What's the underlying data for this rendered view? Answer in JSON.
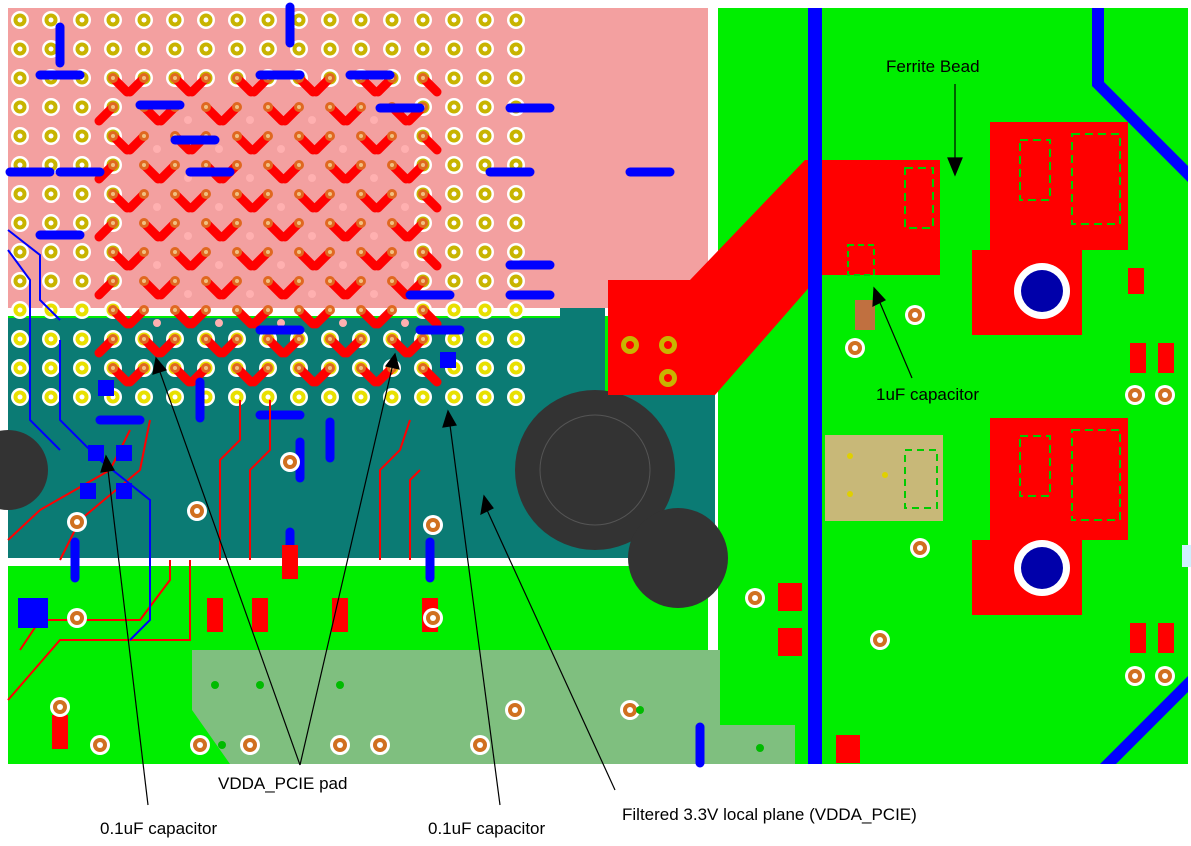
{
  "annotations": {
    "ferrite_bead": "Ferrite Bead",
    "capacitor_1uf": "1uF capacitor",
    "vdda_pcie_pad": "VDDA_PCIE pad",
    "capacitor_01uf_left": "0.1uF capacitor",
    "capacitor_01uf_right": "0.1uF capacitor",
    "filtered_plane": "Filtered 3.3V local plane (VDDA_PCIE)"
  },
  "colors": {
    "ground_plane": "#00ee00",
    "bga_region": "#f3a0a0",
    "filtered_plane": "#0b7b74",
    "copper_top": "#ff0000",
    "copper_bottom": "#0000ff",
    "via_ring": "#c8b400",
    "silk_pad": "#c8b878",
    "sage_plane": "#7fbf7f",
    "mount_hole": "#333333"
  }
}
